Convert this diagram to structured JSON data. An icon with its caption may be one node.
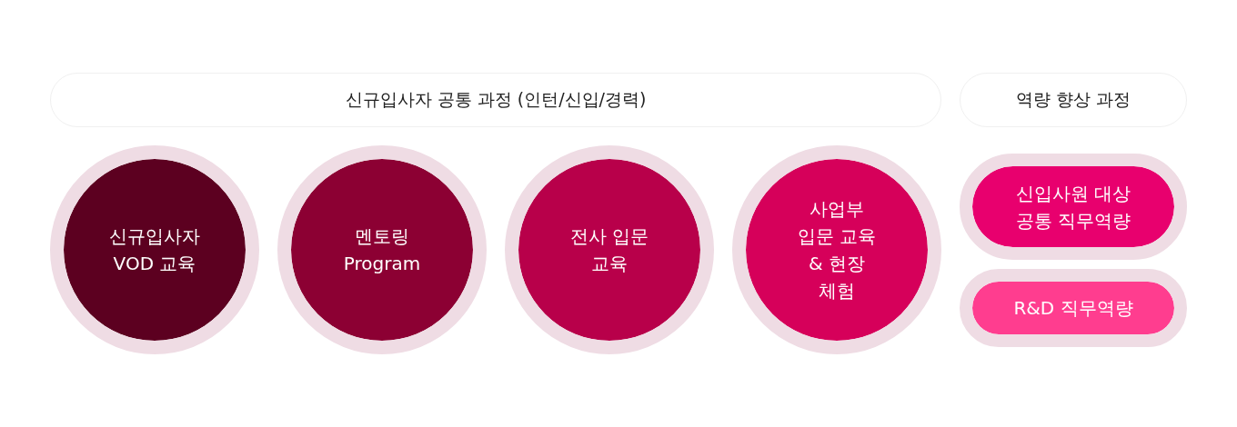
{
  "diagram": {
    "nodes": [
      {
        "text": [
          "신규입사자 공통 과정 (인턴/신입/경력)"
        ]
      },
      {
        "text": [
          "역량 향상 과정"
        ]
      },
      {
        "text": [
          "신규입사자 VOD 교육"
        ]
      },
      {
        "text": [
          "멘토링 Program"
        ]
      },
      {
        "text": [
          "전사 입문 교육"
        ]
      },
      {
        "text": [
          "사업부 입문 교육 & 현장 체험"
        ]
      },
      {
        "text": [
          "신입사원 대상 공통 직무역량"
        ]
      },
      {
        "text": [
          "R&D 직무역량"
        ]
      }
    ],
    "edges": []
  }
}
